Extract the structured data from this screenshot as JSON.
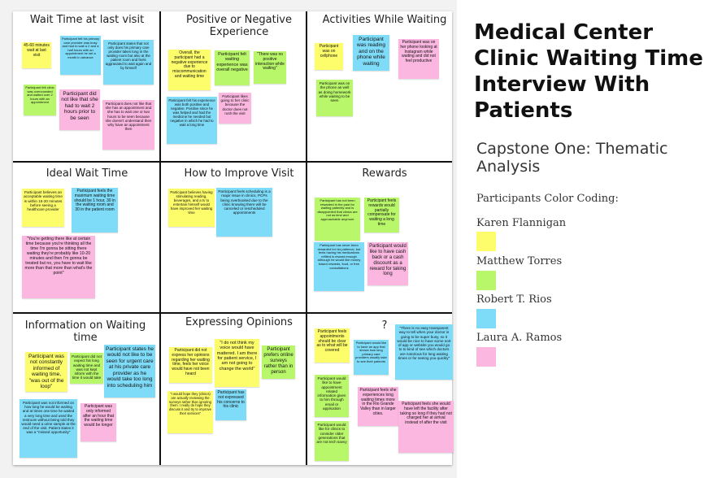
{
  "title": "Medical Center Clinic Waiting Time Interview With Patients",
  "subtitle": "Capstone One: Thematic Analysis",
  "legend": {
    "heading": "Participants Color Coding:",
    "entries": [
      {
        "name": "Karen Flannigan",
        "color": "#fdfd6c"
      },
      {
        "name": "Matthew Torres",
        "color": "#b9f76a"
      },
      {
        "name": "Robert T. Rios",
        "color": "#7fdcf9"
      },
      {
        "name": "Laura A. Ramos",
        "color": "#fbb7e0"
      }
    ]
  },
  "cells": [
    {
      "title": "Wait Time at last visit",
      "notes": [
        {
          "color": "yellow",
          "text": "45-60 minutes wait at last visit"
        },
        {
          "color": "blue",
          "text": "Participant felt his primary care provider was busy and had to wait a 2 and a half hours with an appointment he set a month in advance"
        },
        {
          "color": "blue",
          "text": "Participant states that not only does his primary care provider takes long in the waiting room but also at the patient room and feels aggravated to wait again and by himself"
        },
        {
          "color": "green",
          "text": "Participant felt clinic was overcrowded and waited over 2 hours with an appointment"
        },
        {
          "color": "pink",
          "text": "Participant did not like that she had to wait 2 hours prior to be seen"
        },
        {
          "color": "pink",
          "text": "Participant does not like that she has an appointment and she has to wait one or two hours to be seen because she doesn't understand then why have an appointment then"
        }
      ]
    },
    {
      "title": "Positive or Negative Experience",
      "notes": [
        {
          "color": "yellow",
          "text": "Overall, the participant had a negative experience due to miscommunication and waiting time"
        },
        {
          "color": "green",
          "text": "Participant felt waiting experience was overall negative"
        },
        {
          "color": "green",
          "text": "\"There was no positive interaction while waiting\""
        },
        {
          "color": "blue",
          "text": "Participant felt his experience was both positive and negative. Positive since he was helped and had the medicine he needed but negative in which he had to wait a long time"
        },
        {
          "color": "pink",
          "text": "Participant likes going to her clinic because the doctor does not rush the visit"
        }
      ]
    },
    {
      "title": "Activities While Waiting",
      "notes": [
        {
          "color": "yellow",
          "text": "Participant was on cellphone"
        },
        {
          "color": "blue",
          "text": "Participant was reading and on the phone while waiting"
        },
        {
          "color": "pink",
          "text": "Participant was on her phone looking at Instagram while waiting and did not feel productive"
        },
        {
          "color": "green",
          "text": "Participant was on the phone as well as doing homework while waiting to be seen"
        }
      ]
    },
    {
      "title": "Ideal Wait Time",
      "notes": [
        {
          "color": "yellow",
          "text": "Participant believes an acceptable waiting time is within 15-20 minutes before seeing a healthcare provider"
        },
        {
          "color": "blue",
          "text": "Participant feels the maximum waiting time should be 1 hour, 30 in the waiting room and 30 in the patient room"
        },
        {
          "color": "pink",
          "text": "\"You're getting there like at certain time because you're thinking all the time I'm gonna be sitting there waiting they're probably like 10-20 minutes and then I'm gonna be treated but no, you have to wait like more than that more than what's the point\""
        }
      ]
    },
    {
      "title": "How to Improve Visit",
      "notes": [
        {
          "color": "yellow",
          "text": "Participant believes having stimulating reading, beverages, and a tv to entertain himself would have improved her waiting time"
        },
        {
          "color": "blue",
          "text": "Participant feels scheduling is a major issue in clinics, PCPs being overbooked due to the clinic knowing there will be canceled or rescheduled appointments"
        }
      ]
    },
    {
      "title": "Rewards",
      "notes": [
        {
          "color": "green",
          "text": "Participant has not been rewarded in the past for waiting patiently and is disappointed that clinics are not as kind and approachable anymore"
        },
        {
          "color": "green",
          "text": "Participant feels rewards would partially compensate for waiting a long time"
        },
        {
          "color": "blue",
          "text": "Participant has never been rewarded for his patience, but feels having his medications refilled is reward enough although he would like money based rewards, food, or free consultations"
        },
        {
          "color": "pink",
          "text": "Participant would like to have cash back or a cash discount as a reward for taking long"
        }
      ]
    },
    {
      "title": "Information on Waiting time",
      "notes": [
        {
          "color": "yellow",
          "text": "Participant was not constantly informed of waiting time, \"was out of the loop\""
        },
        {
          "color": "green",
          "text": "Participant did not expect his long waiting time and was not kept inform with the time it would take"
        },
        {
          "color": "blue",
          "text": "Participant states he would not like to be seen for urgent care at his private care provider as he would take too long into scheduling him"
        },
        {
          "color": "blue",
          "text": "Participant was not informed on how long he would be waiting and at times one time he waited a very long time and used the restroom without being told they would need a urine sample at the end of the visit. Patient states it was a \"missed opportunity\""
        },
        {
          "color": "pink",
          "text": "Participant was only informed after an hour that the waiting time would be longer"
        }
      ]
    },
    {
      "title": "Expressing Opinions",
      "notes": [
        {
          "color": "yellow",
          "text": "Participant did not express her opinions regarding her waiting time, feels her voice would have not been heard"
        },
        {
          "color": "yellow",
          "text": "\"I do not think my voice would have mattered. I am there for patient service, I am not going to change the world\""
        },
        {
          "color": "green",
          "text": "Participant prefers online surveys rather than in person"
        },
        {
          "color": "yellow",
          "text": "\"I would hope they (clinics) are actually reviewing the surveys rather than ignoring them. I really do hope they discuss it and try to improve their services\""
        },
        {
          "color": "blue",
          "text": "Participant has not expressed his concerns to his clinic"
        }
      ]
    },
    {
      "title": "?",
      "notes": [
        {
          "color": "yellow",
          "text": "Participant feels appointments should be clear as to what will be covered"
        },
        {
          "color": "blue",
          "text": "Participant would like to have an app that shows how long primary care providers usually take to see their patients"
        },
        {
          "color": "blue",
          "text": "\"There is no easy transparent way to tell when your doctor is going to be super busy, so it would be nice to have some sort of app or website you would go to to kind of see which doctors are notorious for long waiting times or for seeing you quickly\""
        },
        {
          "color": "green",
          "text": "Participant would like to have appointment related information given to him through email or application"
        },
        {
          "color": "pink",
          "text": "Participant feels she experiences long waiting times more in the Rio Grande Valley than in larger cities."
        },
        {
          "color": "green",
          "text": "Participant would like for clinics to consider older generations that are not tech savvy"
        },
        {
          "color": "pink",
          "text": "Participant feels she would have left the facility after taking so long if they had not charged her at arrival instead of after the visit"
        }
      ]
    }
  ]
}
